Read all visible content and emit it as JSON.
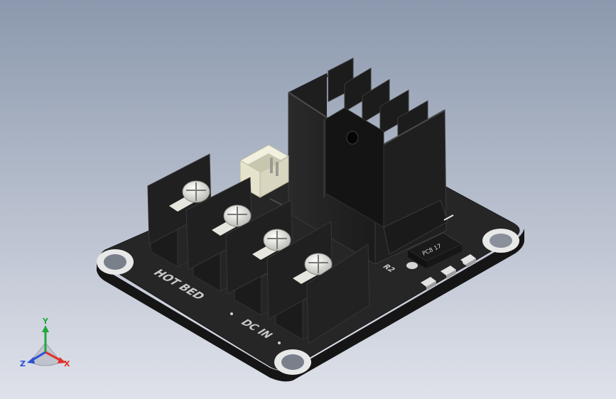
{
  "board_silkscreen": {
    "bed_label": "HOT BED",
    "dc_in_label": "DC IN",
    "small_mark": "R2"
  },
  "components": {
    "opto_label": "PC8 17"
  },
  "triad": {
    "x_label": "X",
    "y_label": "Y",
    "z_label": "Z",
    "colors": {
      "x": "#e0322a",
      "y": "#22a83a",
      "z": "#2a4fd6"
    }
  }
}
